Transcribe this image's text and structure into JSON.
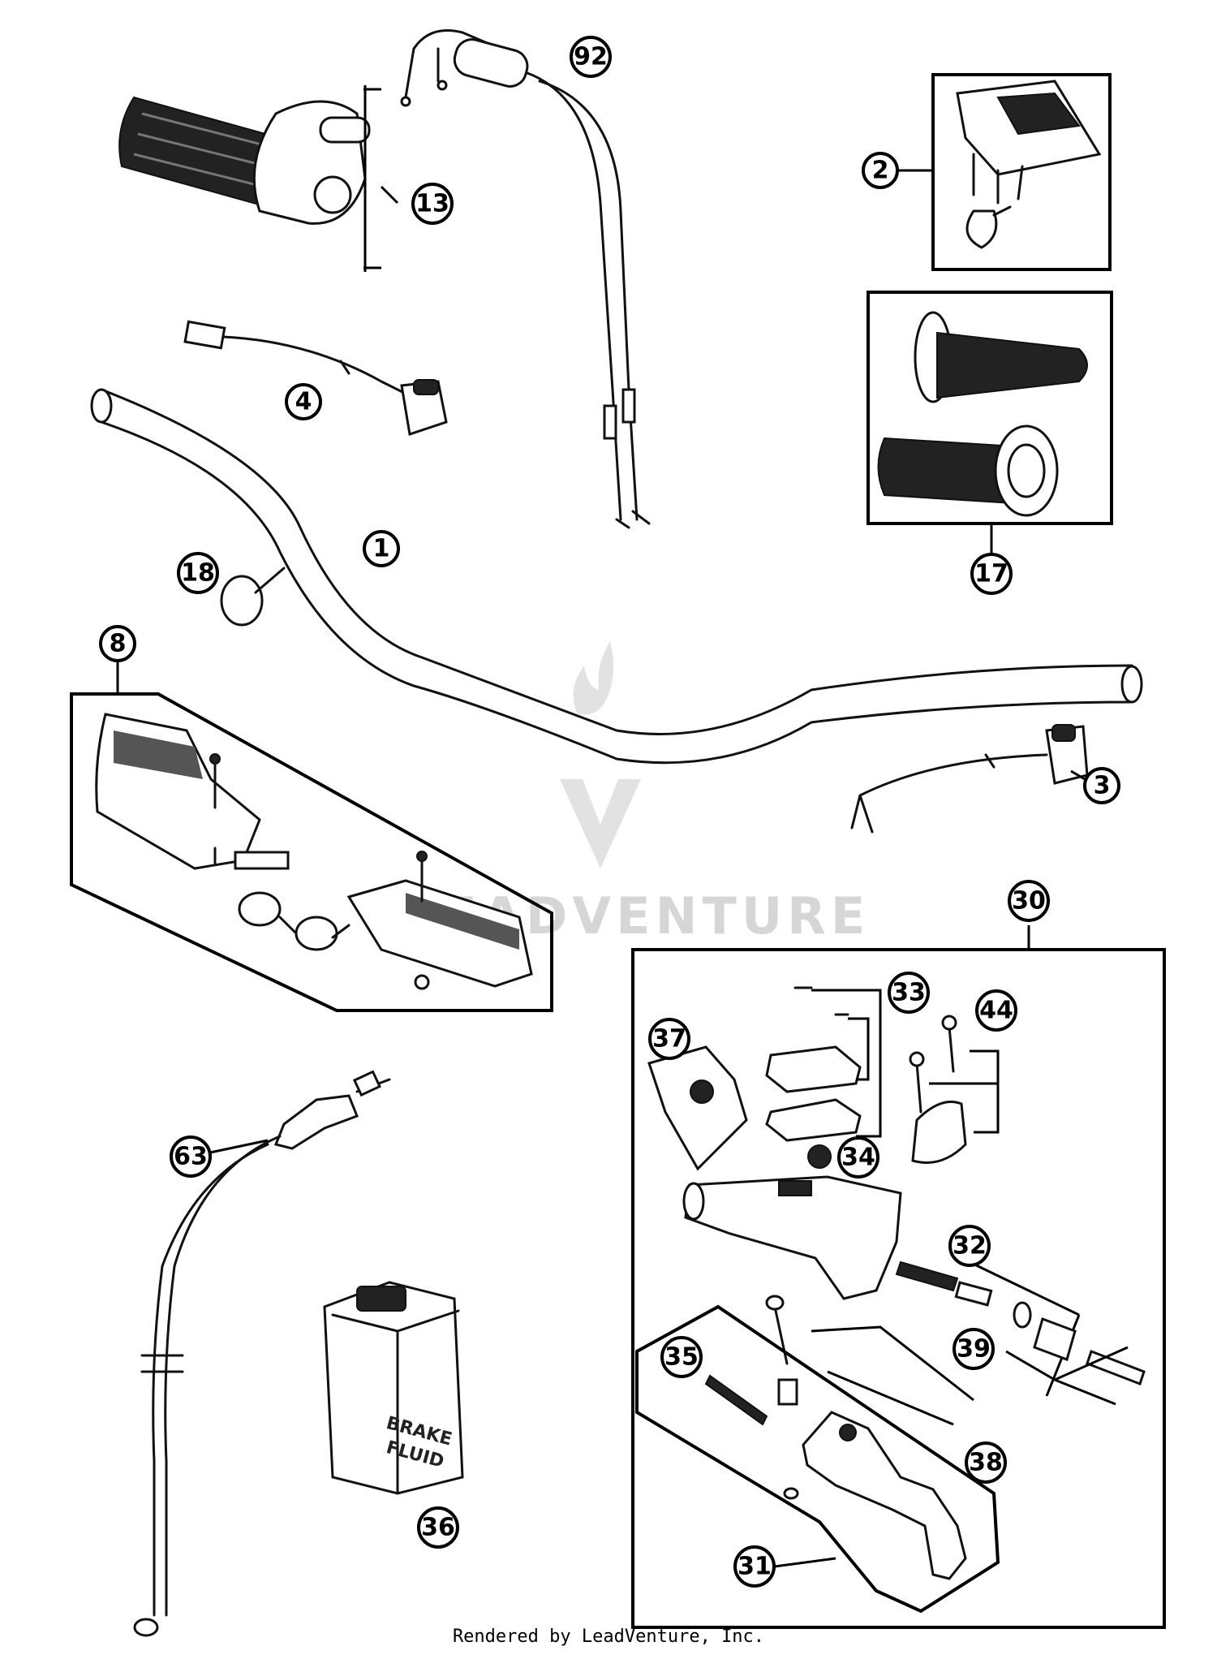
{
  "watermark": {
    "text": "LEADVENTURE"
  },
  "footer": {
    "credit": "Rendered by LeadVenture, Inc."
  },
  "bottle": {
    "line1": "BRAKE",
    "line2": "FLUID"
  },
  "callouts": {
    "c1": "1",
    "c2": "2",
    "c3": "3",
    "c4": "4",
    "c8": "8",
    "c13": "13",
    "c17": "17",
    "c18": "18",
    "c30": "30",
    "c31": "31",
    "c32": "32",
    "c33": "33",
    "c34": "34",
    "c35": "35",
    "c36": "36",
    "c37": "37",
    "c38": "38",
    "c39": "39",
    "c44": "44",
    "c63": "63",
    "c92": "92"
  }
}
